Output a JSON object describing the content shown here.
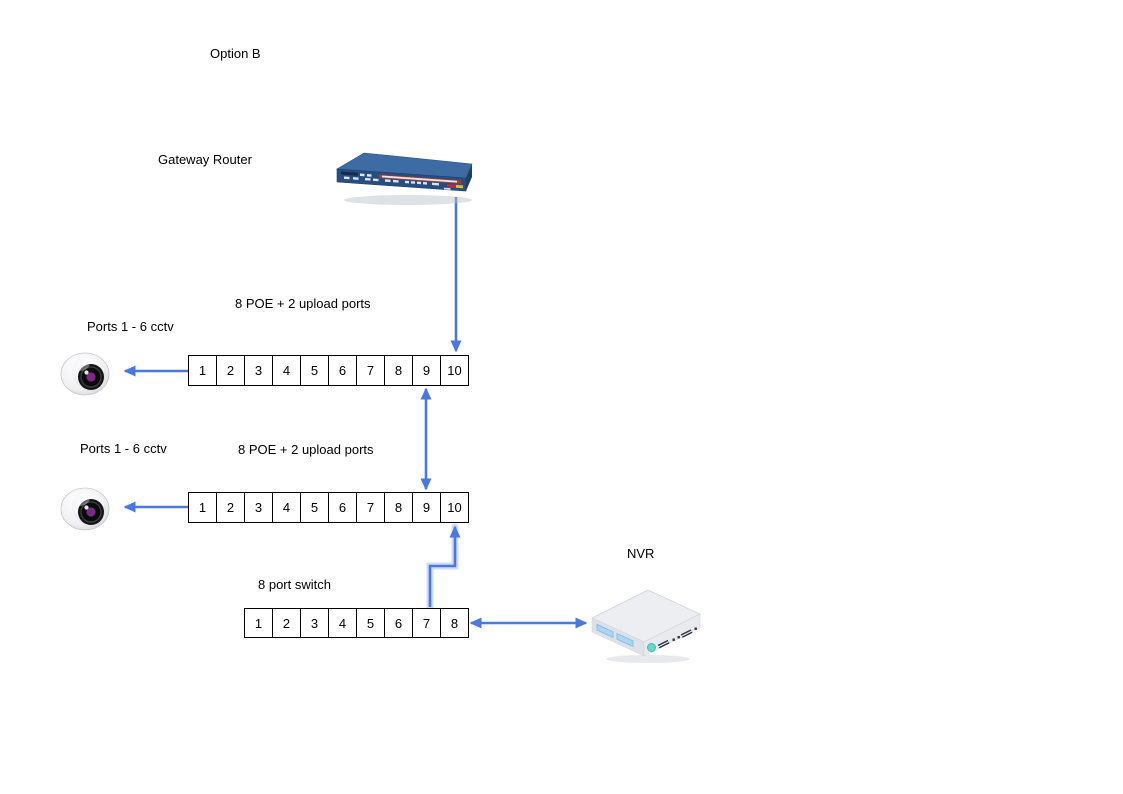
{
  "title": "Option B",
  "colors": {
    "connector": "#4A78E0",
    "connector_highlight": "#A9C0F2",
    "router_top": "#3D6CA5",
    "router_front": "#274E80",
    "router_stripe_red": "#B8352A",
    "router_badge_red": "#C42B2B",
    "router_badge_yellow": "#E3B93C",
    "nvr_top": "#EDEEF1",
    "nvr_left_face": "#DFE1E6",
    "nvr_right_face": "#E8EAEE",
    "nvr_drive_bay": "#A9D7F5",
    "nvr_power_button": "#62D9CB",
    "camera_lens_pupil": "#7E2787"
  },
  "nodes": {
    "router": {
      "label": "Gateway Router"
    },
    "poe_switch_1": {
      "caption": "8 POE + 2 upload ports",
      "camera_caption": "Ports 1 - 6 cctv",
      "ports": [
        "1",
        "2",
        "3",
        "4",
        "5",
        "6",
        "7",
        "8",
        "9",
        "10"
      ]
    },
    "poe_switch_2": {
      "caption": "8 POE + 2 upload ports",
      "camera_caption": "Ports 1 - 6 cctv",
      "ports": [
        "1",
        "2",
        "3",
        "4",
        "5",
        "6",
        "7",
        "8",
        "9",
        "10"
      ]
    },
    "switch_8port": {
      "caption": "8 port switch",
      "ports": [
        "1",
        "2",
        "3",
        "4",
        "5",
        "6",
        "7",
        "8"
      ]
    },
    "nvr": {
      "label": "NVR"
    }
  },
  "connections": [
    {
      "from": "gateway-router",
      "to": "poe-switch-1 port 10",
      "arrow": "down"
    },
    {
      "from": "poe-switch-1 port 1",
      "to": "camera-1",
      "arrow": "left"
    },
    {
      "from": "poe-switch-1 port 9",
      "to": "poe-switch-2 port 9",
      "arrow": "both"
    },
    {
      "from": "poe-switch-2 port 1",
      "to": "camera-2",
      "arrow": "left"
    },
    {
      "from": "switch-8port port 7",
      "to": "poe-switch-2 port 10",
      "arrow": "up"
    },
    {
      "from": "switch-8port port 8",
      "to": "nvr",
      "arrow": "both"
    }
  ]
}
